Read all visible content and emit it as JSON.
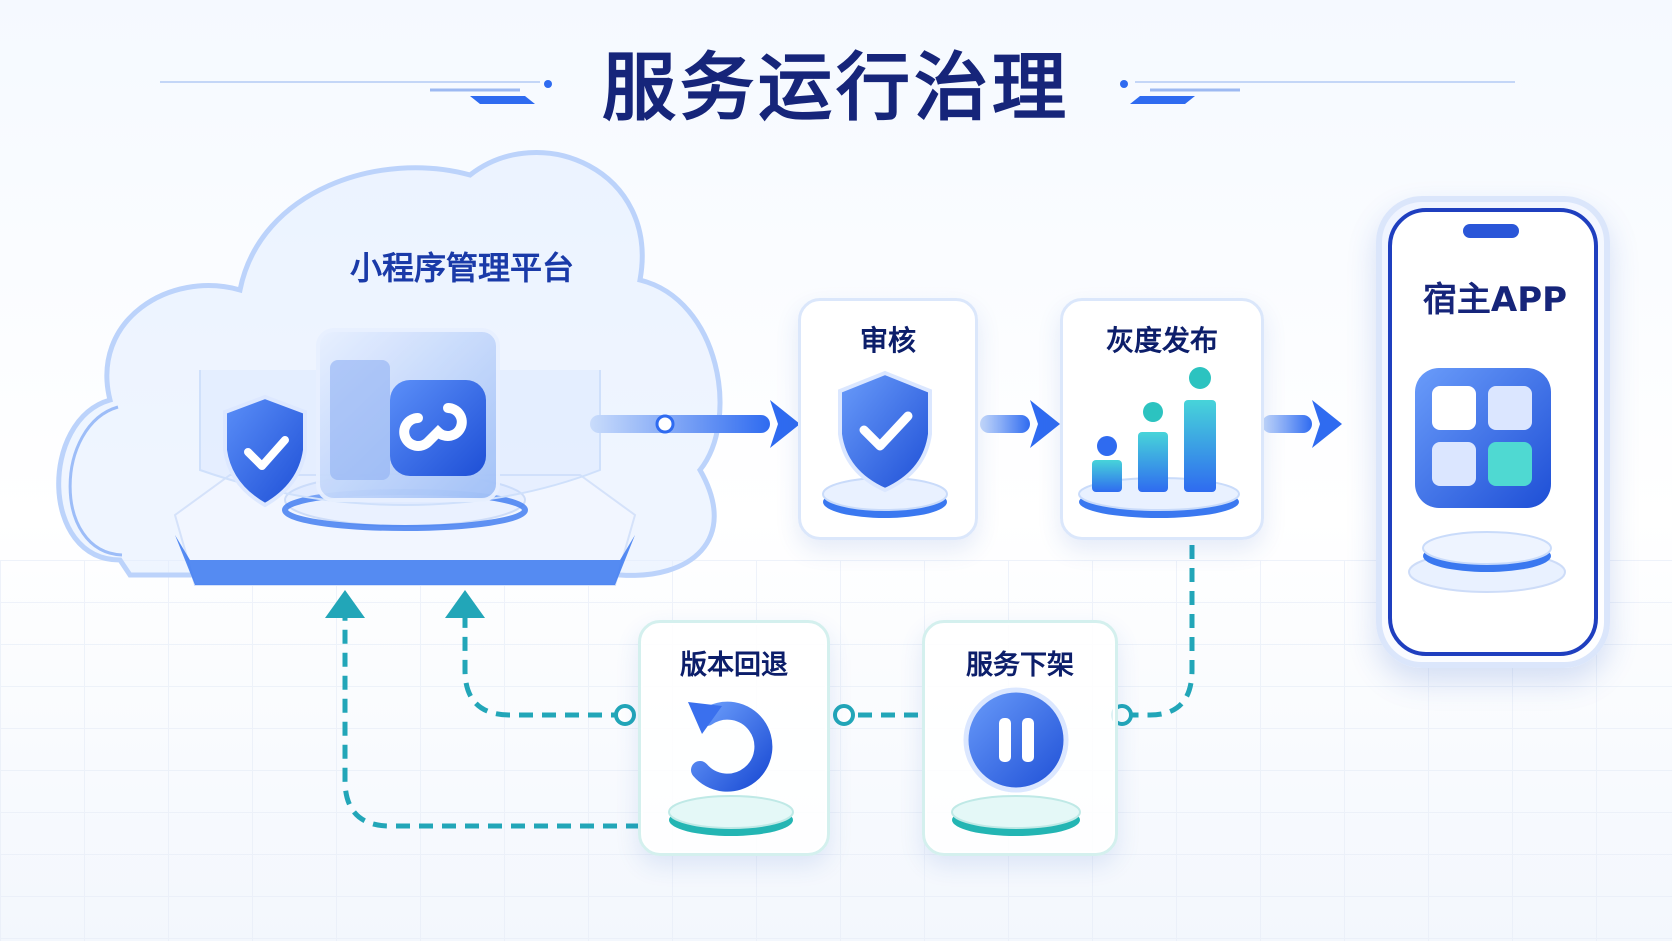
{
  "title": "服务运行治理",
  "platform": {
    "label": "小程序管理平台"
  },
  "steps": {
    "review": "审核",
    "gray_release": "灰度发布",
    "rollback": "版本回退",
    "takedown": "服务下架"
  },
  "host": {
    "label": "宿主APP"
  },
  "icons": [
    "shield-check-icon",
    "mini-program-icon",
    "bar-chart-icon",
    "undo-icon",
    "pause-icon",
    "app-grid-icon"
  ],
  "colors": {
    "primary": "#2f6bf0",
    "navy": "#16257a",
    "teal": "#2cc3c0"
  }
}
